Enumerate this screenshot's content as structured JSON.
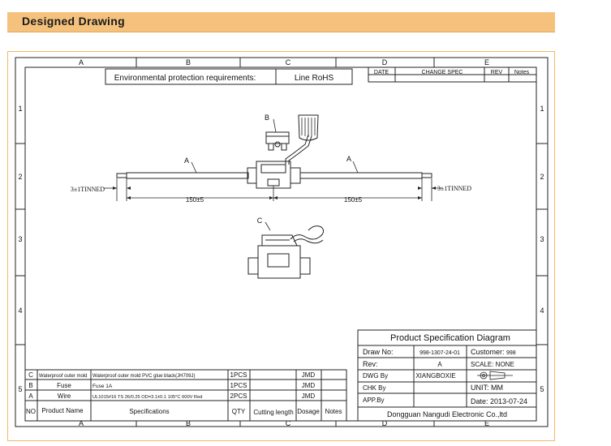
{
  "page_title": "Designed Drawing",
  "col_labels": [
    "A",
    "B",
    "C",
    "D",
    "E"
  ],
  "row_labels": [
    "1",
    "2",
    "3",
    "4",
    "5"
  ],
  "env_label": "Environmental protection requirements:",
  "env_value": "Line RoHS",
  "revision_table": {
    "date": "DATE",
    "change": "CHANGE SPEC",
    "rev": "REV",
    "notes": "Notes"
  },
  "drawing": {
    "label_a": "A",
    "label_b": "B",
    "label_c": "C",
    "tinned_left": "3±1TINNED",
    "tinned_right": "3±1TINNED",
    "dim_left": "150±5",
    "dim_right": "150±5"
  },
  "spec_block": {
    "title": "Product Specification Diagram",
    "draw_no_label": "Draw No:",
    "draw_no": "998-1307-24-01",
    "customer_label": "Customer:",
    "customer": "998",
    "rev_label": "Rev:",
    "rev": "A",
    "scale_label": "SCALE: NONE",
    "dwg_label": "DWG By",
    "dwg_value": "XIANGBOXIE",
    "chk_label": "CHK By",
    "unit_label": "UNIT: MM",
    "app_label": "APP.By",
    "date_label": "Date: 2013-07-24",
    "company": "Dongguan Nangudi Electronic Co.,ltd"
  },
  "bom": {
    "headers": {
      "no": "NO",
      "name": "Product Name",
      "spec": "Specifications",
      "qty": "QTY",
      "cut": "Cutting length",
      "dosage": "Dosage",
      "notes": "Notes"
    },
    "rows": [
      {
        "no": "C",
        "name": "Waterproof outer mold",
        "spec": "Waterproof outer mold PVC glue black(JH709J)",
        "qty": "1PCS",
        "dosage": "JMD"
      },
      {
        "no": "B",
        "name": "Fuse",
        "spec": "Fuse 1A",
        "qty": "1PCS",
        "dosage": "JMD"
      },
      {
        "no": "A",
        "name": "Wire",
        "spec": "UL1015#16 TS 26/0.25 OD=3.1±0.1 105°C 600V Red",
        "qty": "2PCS",
        "dosage": "JMD"
      }
    ]
  }
}
